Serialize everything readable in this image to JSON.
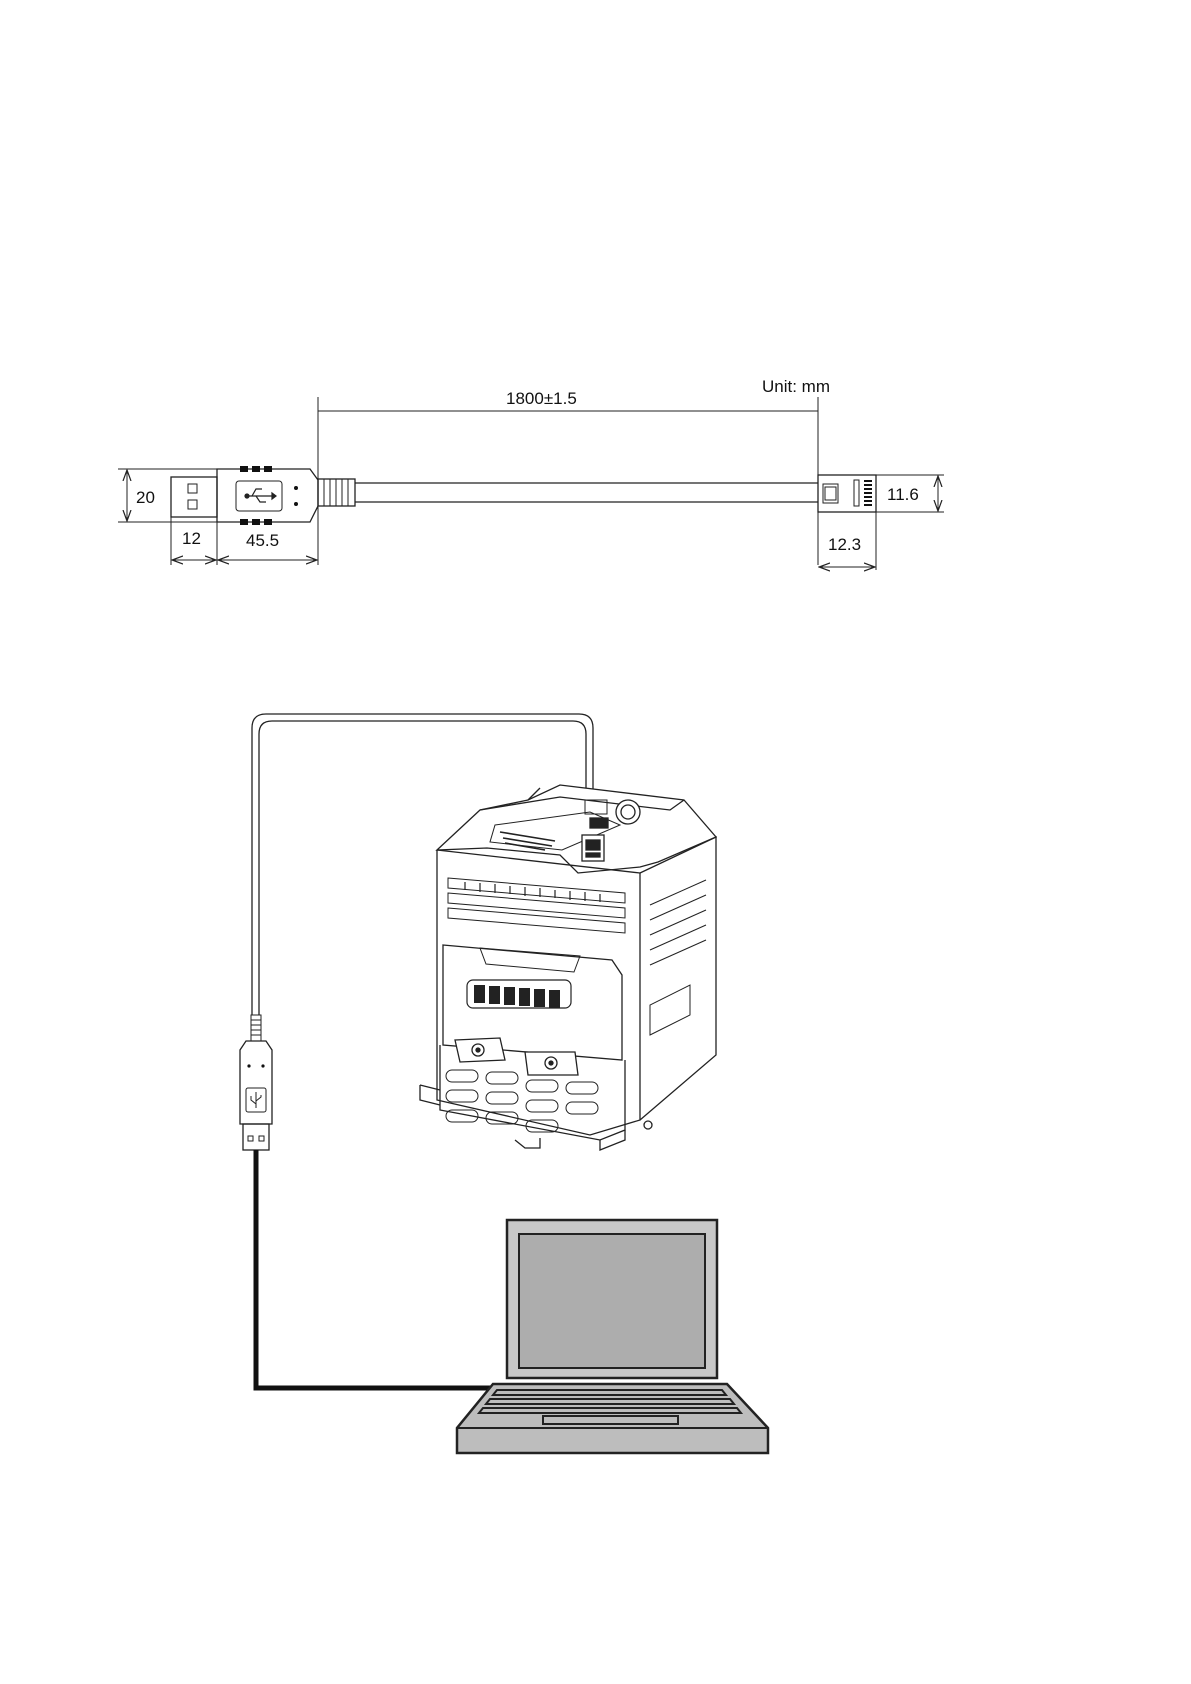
{
  "cable_drawing": {
    "unit_label": "Unit: mm",
    "length": "1800±1.5",
    "usb_height": "20",
    "usb_plug_length": "12",
    "usb_body_length": "45.5",
    "rj_length": "12.3",
    "rj_height": "11.6"
  },
  "connection_diagram": {
    "components": [
      "drive-unit",
      "usb-cable",
      "laptop"
    ]
  }
}
